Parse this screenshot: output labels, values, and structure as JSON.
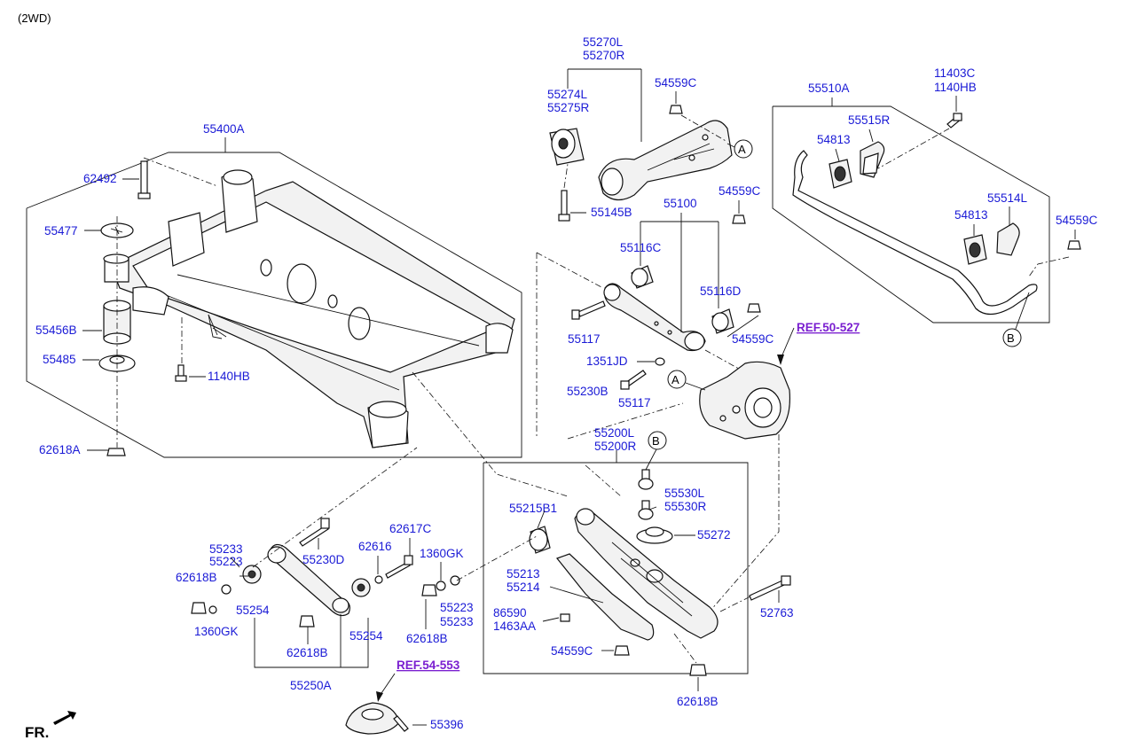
{
  "header": {
    "variant": "(2WD)"
  },
  "footer": {
    "direction": "FR."
  },
  "callouts": {
    "a": "A",
    "b": "B"
  },
  "refs": {
    "knuckle": "REF.50-527",
    "arm_cover": "REF.54-553"
  },
  "parts": {
    "crossmember_assy": "55400A",
    "bolt_62492": "62492",
    "stopper_55477": "55477",
    "bushing_55456b": "55456B",
    "plate_55485": "55485",
    "bolt_1140hb_a": "1140HB",
    "nut_62618a": "62618A",
    "trailing_arm_l": "55270L",
    "trailing_arm_r": "55270R",
    "bushing_l": "55274L",
    "bushing_r": "55275R",
    "bolt_55145b": "55145B",
    "nut_54559c_a": "54559C",
    "nut_54559c_b": "54559C",
    "nut_54559c_c": "54559C",
    "nut_54559c_d": "54559C",
    "nut_54559c_e": "54559C",
    "upper_arm": "55100",
    "bushing_55116c": "55116C",
    "bushing_55116d": "55116D",
    "bolt_55117_a": "55117",
    "bolt_55117_b": "55117",
    "washer_1351jd": "1351JD",
    "bolt_55230b": "55230B",
    "stabilizer_assy": "55510A",
    "bracket_55515r": "55515R",
    "bracket_55514l": "55514L",
    "bushing_54813_a": "54813",
    "bushing_54813_b": "54813",
    "bolt_11403c": "11403C",
    "bolt_1140hb_b": "1140HB",
    "lower_arm_l": "55200L",
    "lower_arm_r": "55200R",
    "bushing_55215b1": "55215B1",
    "link_l": "55530L",
    "link_r": "55530R",
    "seat_55272": "55272",
    "cover_55213": "55213",
    "cover_55214": "55214",
    "clip_86590": "86590",
    "screw_1463aa": "1463AA",
    "bolt_52763": "52763",
    "nut_62618b_d": "62618B",
    "bolt_62617c": "62617C",
    "washer_62616": "62616",
    "nut_1360gk_a": "1360GK",
    "nut_1360gk_b": "1360GK",
    "washer_55223_a": "55223",
    "washer_55223_b": "55223",
    "bolt_55233_a": "55233",
    "bolt_55233_b": "55233",
    "bolt_55230d": "55230D",
    "nut_62618b_a": "62618B",
    "nut_62618b_b": "62618B",
    "nut_62618b_c": "62618B",
    "bushing_55254_a": "55254",
    "bushing_55254_b": "55254",
    "assist_arm": "55250A",
    "cover_55396": "55396"
  }
}
